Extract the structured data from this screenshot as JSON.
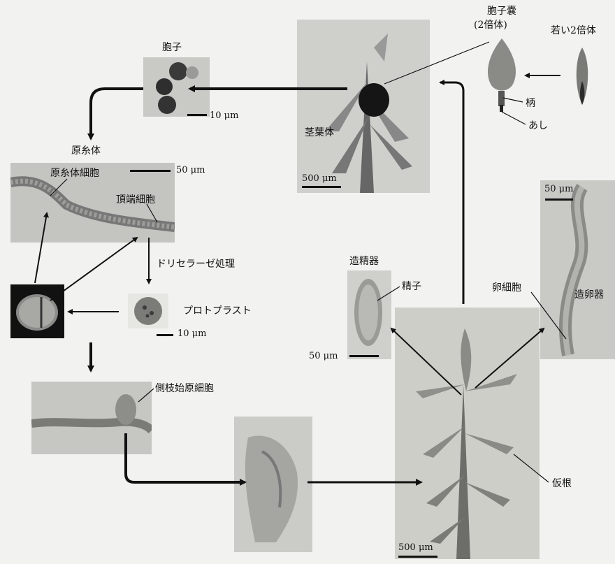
{
  "labels": {
    "spore": "胞子",
    "sporangium": "胞子嚢",
    "diploid_paren": "(2倍体)",
    "young_diploid": "若い2倍体",
    "stalk": "柄",
    "foot": "あし",
    "gametophore": "茎葉体",
    "protonema": "原糸体",
    "protonema_cell": "原糸体細胞",
    "apical_cell": "頂端細胞",
    "driselase": "ドリセラーゼ処理",
    "protoplast": "プロトプラスト",
    "side_branch_cell": "側枝始原細胞",
    "antheridium": "造精器",
    "sperm": "精子",
    "egg_cell": "卵細胞",
    "archegonium": "造卵器",
    "rhizoid": "仮根"
  },
  "scales": {
    "spore": "10 μm",
    "gametophore": "500 μm",
    "protonema": "50 μm",
    "protoplast": "10 μm",
    "antheridium": "50 μm",
    "archegonium": "50 μm",
    "moss_plant": "500 μm"
  }
}
